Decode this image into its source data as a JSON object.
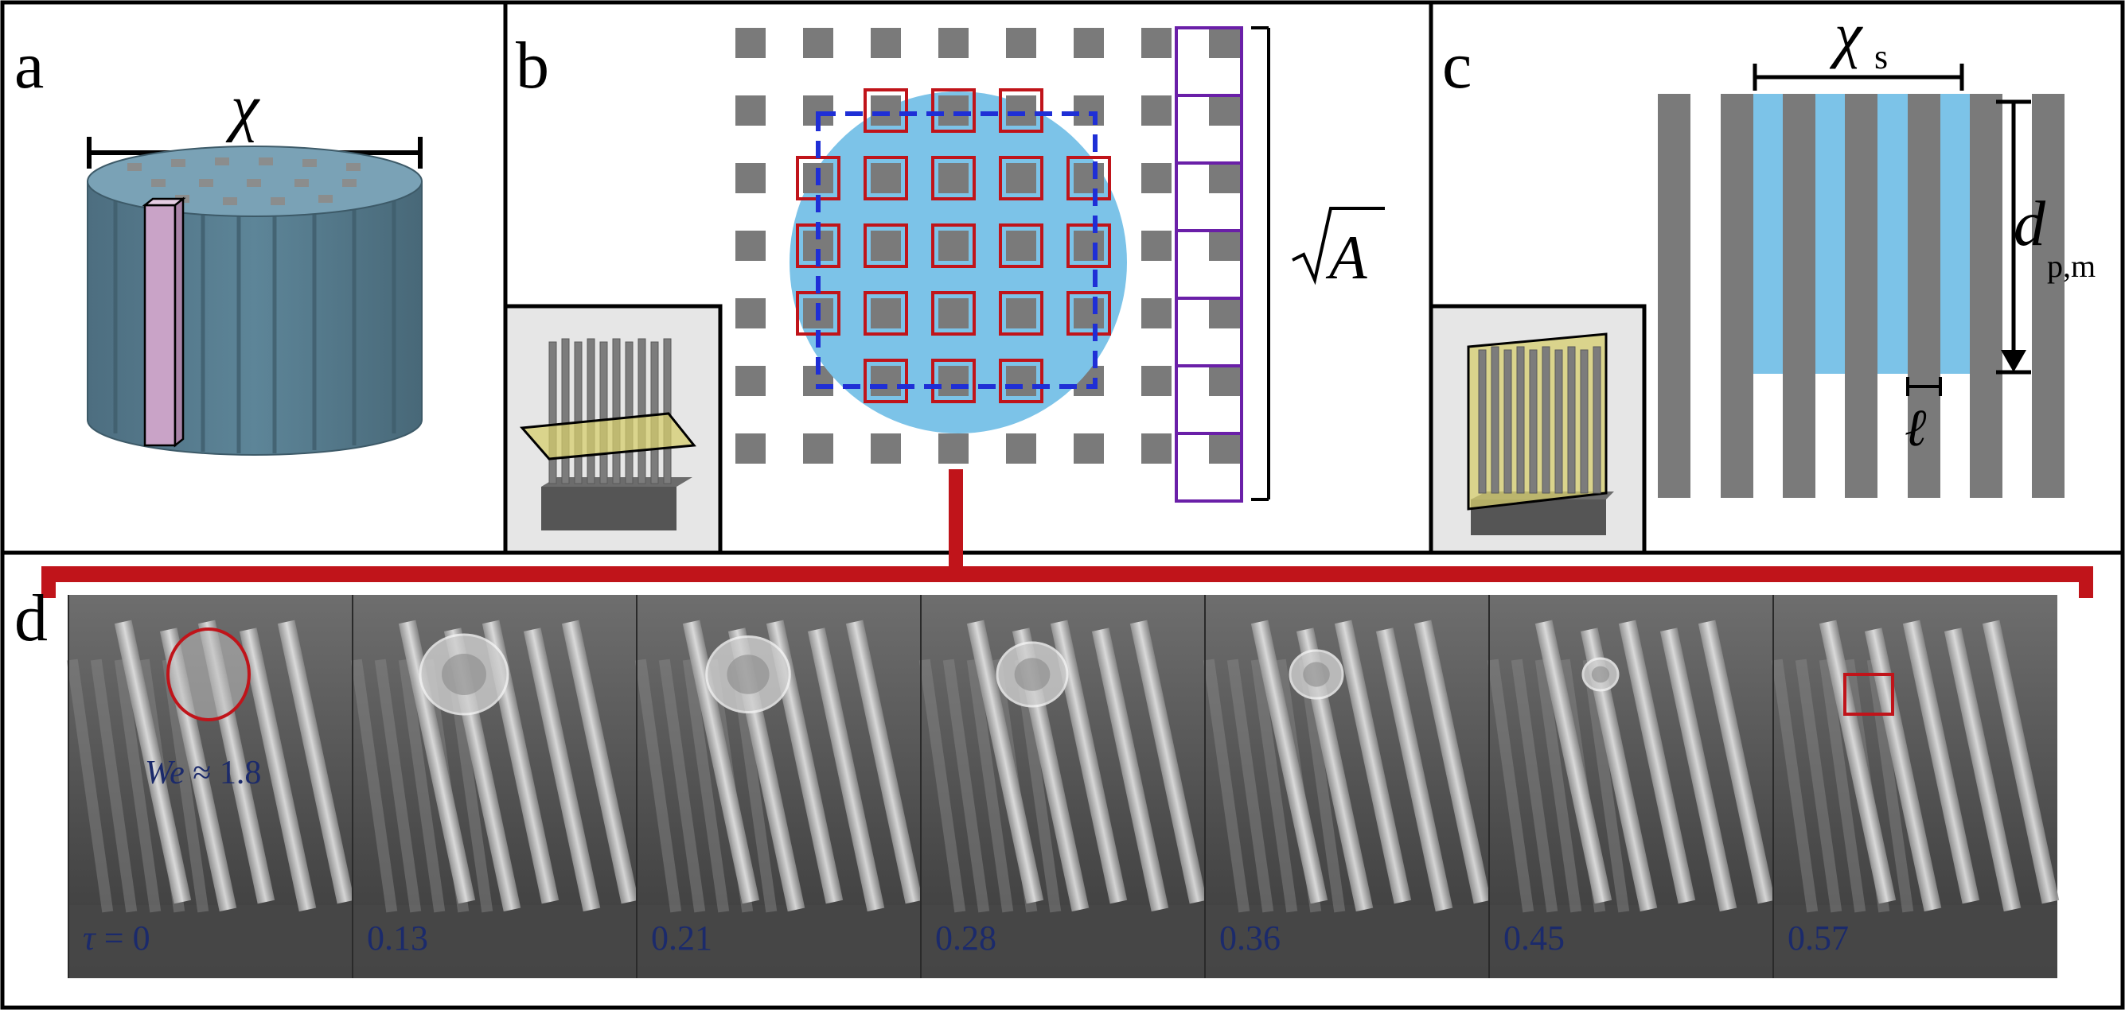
{
  "panels": {
    "a": {
      "letter": "a",
      "dim_label": "χ"
    },
    "b": {
      "letter": "b",
      "sqrt_label": "A"
    },
    "c": {
      "letter": "c",
      "chi_label": "χ",
      "chi_sub": "s",
      "d_label": "d",
      "d_sub": "p,m",
      "l_label": "ℓ"
    },
    "d": {
      "letter": "d",
      "we_label": "We",
      "we_value": "≈ 1.8",
      "tau_symbol": "τ",
      "tau_first": "= 0",
      "frames": [
        "",
        "0.13",
        "0.21",
        "0.28",
        "0.36",
        "0.45",
        "0.57"
      ]
    }
  },
  "colors": {
    "pillar_gray": "#7a7a7a",
    "droplet_blue": "#7cc3e8",
    "marker_red": "#c0141a",
    "dashed_blue": "#1f2fd6",
    "purple": "#6a1fa8",
    "label_navy": "#1b2a6b"
  }
}
